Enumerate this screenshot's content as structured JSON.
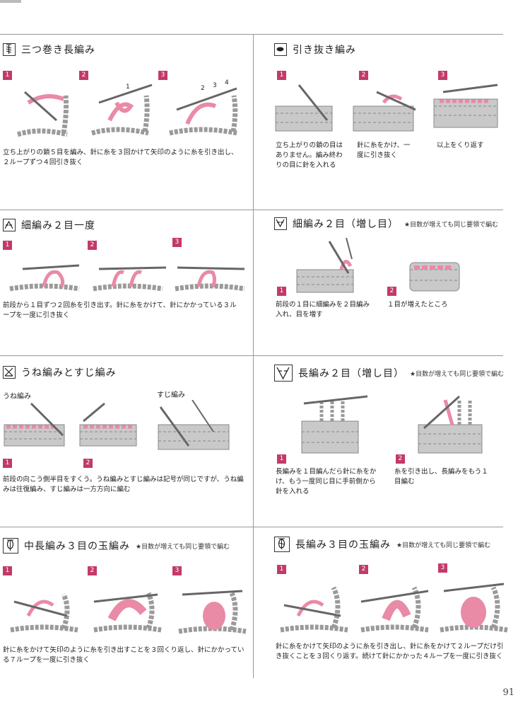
{
  "sections": {
    "s1": {
      "title": "三つ巻き長編み",
      "steps": [
        "1",
        "2",
        "3"
      ],
      "labels": [
        "1",
        "2",
        "3",
        "4"
      ],
      "desc": "立ち上がりの鎖５目を編み、針に糸を３回かけて矢印のように糸を引き出し、２ループずつ４回引き抜く"
    },
    "s2": {
      "title": "引き抜き編み",
      "steps": [
        "1",
        "2",
        "3"
      ],
      "d1": "立ち上がりの鎖の目はありません。編み終わりの目に針を入れる",
      "d2": "針に糸をかけ、一度に引き抜く",
      "d3": "以上をくり返す"
    },
    "s3": {
      "title": "細編み２目一度",
      "steps": [
        "1",
        "2",
        "3"
      ],
      "desc": "前段から１目ずつ２回糸を引き出す。針に糸をかけて、針にかかっている３ループを一度に引き抜く"
    },
    "s4": {
      "title": "細編み２目（増し目）",
      "note": "★目数が増えても同じ要領で編む",
      "steps": [
        "1",
        "2"
      ],
      "d1": "前段の１目に細編みを２目編み入れ、目を増す",
      "d2": "１目が増えたところ"
    },
    "s5": {
      "title": "うね編みとすじ編み",
      "sub1": "うね編み",
      "sub2": "すじ編み",
      "steps": [
        "1",
        "2"
      ],
      "desc": "前段の向こう側半目をすくう。うね編みとすじ編みは記号が同じですが、うね編みは往復編み、すじ編みは一方方向に編む"
    },
    "s6": {
      "title": "長編み２目（増し目）",
      "note": "★目数が増えても同じ要領で編む",
      "steps": [
        "1",
        "2"
      ],
      "d1": "長編みを１目編んだら針に糸をかけ、もう一度同じ目に手前側から針を入れる",
      "d2": "糸を引き出し、長編みをもう１目編む"
    },
    "s7": {
      "title": "中長編み３目の玉編み",
      "note": "★目数が増えても同じ要領で編む",
      "steps": [
        "1",
        "2",
        "3"
      ],
      "desc": "針に糸をかけて矢印のように糸を引き出すことを３回くり返し、針にかかっている７ループを一度に引き抜く"
    },
    "s8": {
      "title": "長編み３目の玉編み",
      "note": "★目数が増えても同じ要領で編む",
      "steps": [
        "1",
        "2",
        "3"
      ],
      "desc": "針に糸をかけて矢印のように糸を引き出し、針に糸をかけて２ループだけ引き抜くことを３回くり返す。続けて針にかかった４ループを一度に引き抜く"
    }
  },
  "page_number": "91",
  "colors": {
    "accent": "#c23a6a",
    "yarn_gray": "#9a9a9a",
    "yarn_pink": "#e98aa6"
  }
}
